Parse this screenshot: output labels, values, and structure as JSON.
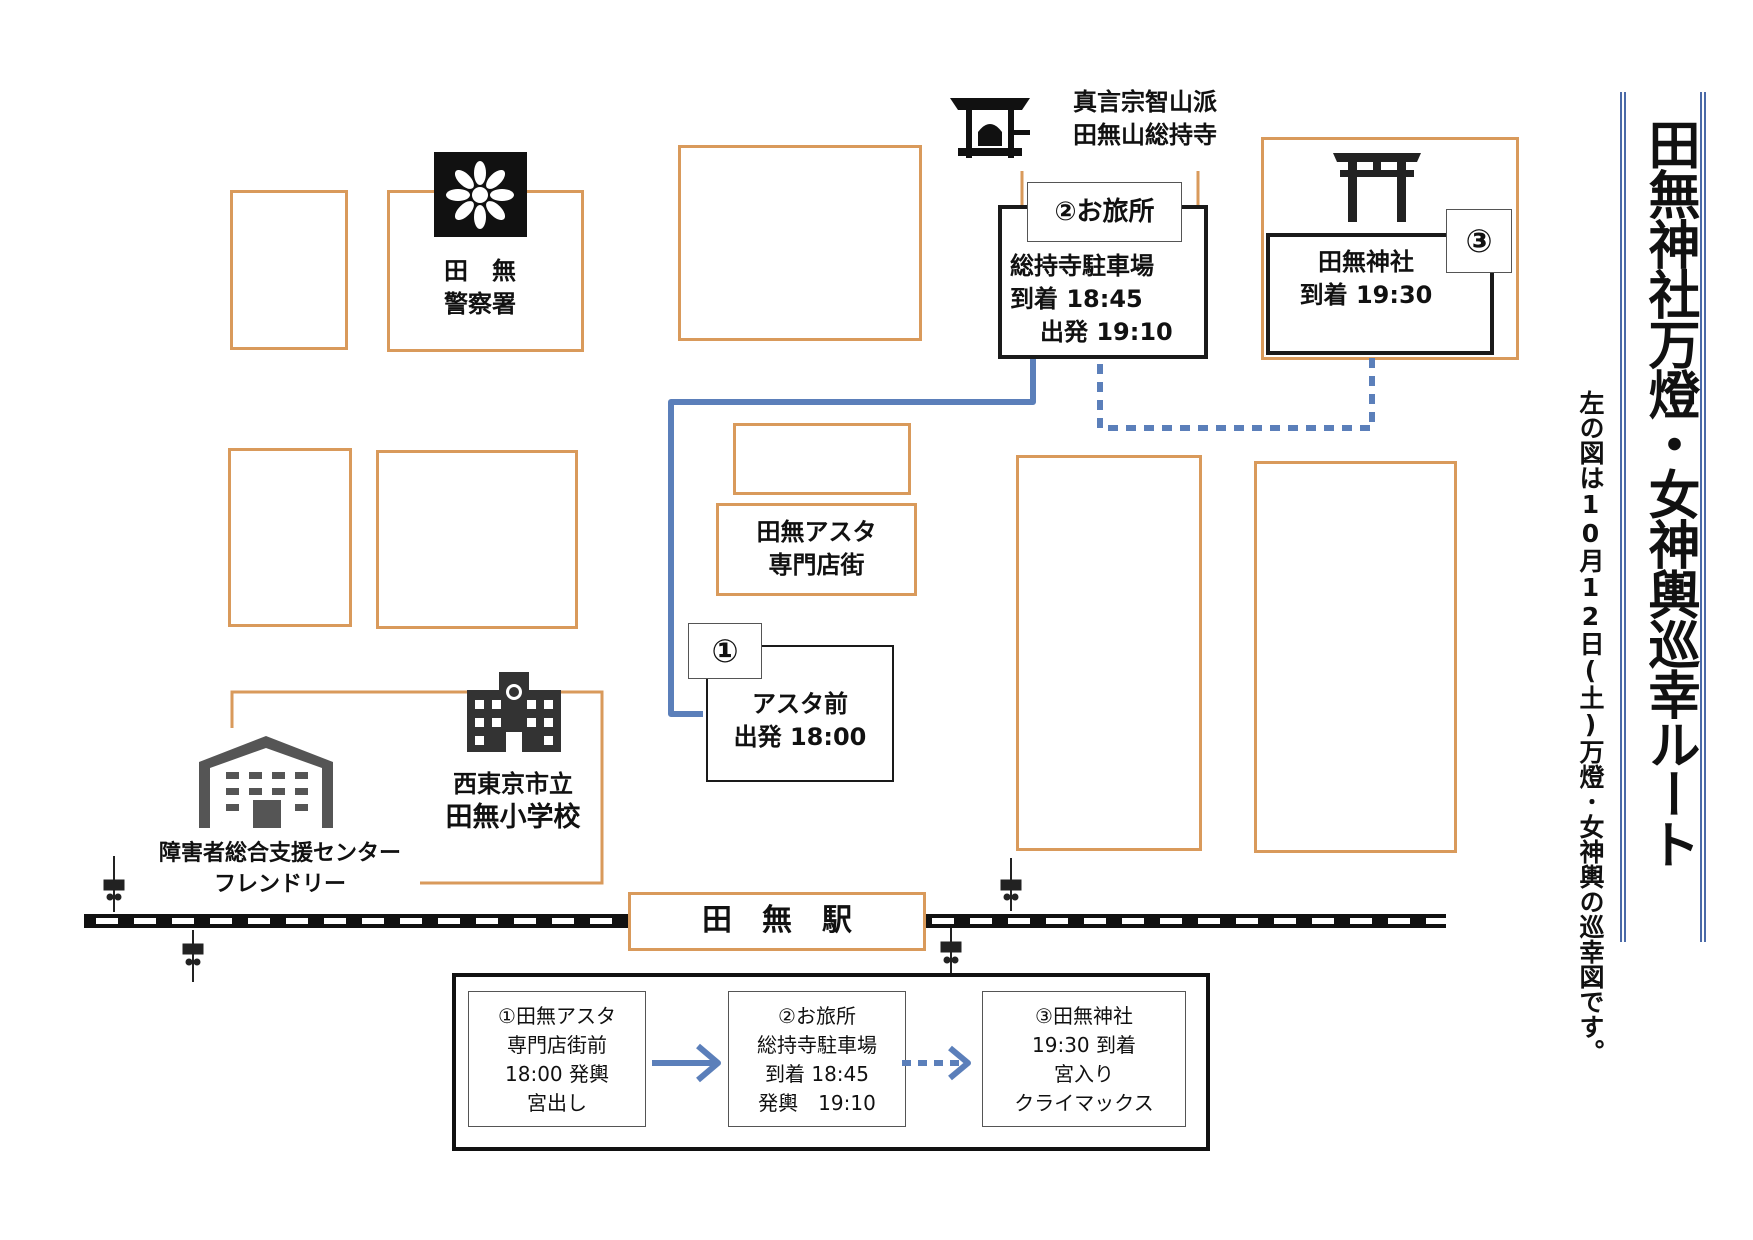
{
  "title": "田無神社万燈・女神輿巡幸ルート",
  "subtitle": "左の図は10月12日(土)万燈･女神輿の巡幸図です。",
  "landmarks": {
    "police": [
      "田　無",
      "警察署"
    ],
    "temple": [
      "真言宗智山派",
      "田無山総持寺"
    ],
    "asta": [
      "田無アスタ",
      "専門店街"
    ],
    "school": [
      "西東京市立",
      "田無小学校"
    ],
    "support_center": [
      "障害者総合支援センター",
      "フレンドリー"
    ],
    "station": "田　無　駅"
  },
  "stops": [
    {
      "marker": "①",
      "name": "アスタ前",
      "time": "出発 18:00"
    },
    {
      "marker": "②お旅所",
      "name": "総持寺駐車場",
      "time": "到着 18:45",
      "time2": "出発 19:10"
    },
    {
      "marker": "③",
      "name": "田無神社",
      "time": "到着 19:30"
    }
  ],
  "schedule": [
    {
      "lines": [
        "①田無アスタ",
        "専門店街前",
        "18:00 発輿",
        "宮出し"
      ]
    },
    {
      "lines": [
        "②お旅所",
        "総持寺駐車場",
        "到着 18:45",
        "発輿　19:10"
      ]
    },
    {
      "lines": [
        "③田無神社",
        "19:30 到着",
        "宮入り",
        "クライマックス"
      ]
    }
  ],
  "colors": {
    "block_border": "#d99a5b",
    "route": "#5b7fba",
    "title_rule": "#4b6aa8"
  },
  "icons": [
    "police-emblem-icon",
    "temple-icon",
    "torii-icon",
    "school-icon",
    "building-icon",
    "railway-signal-icon"
  ]
}
